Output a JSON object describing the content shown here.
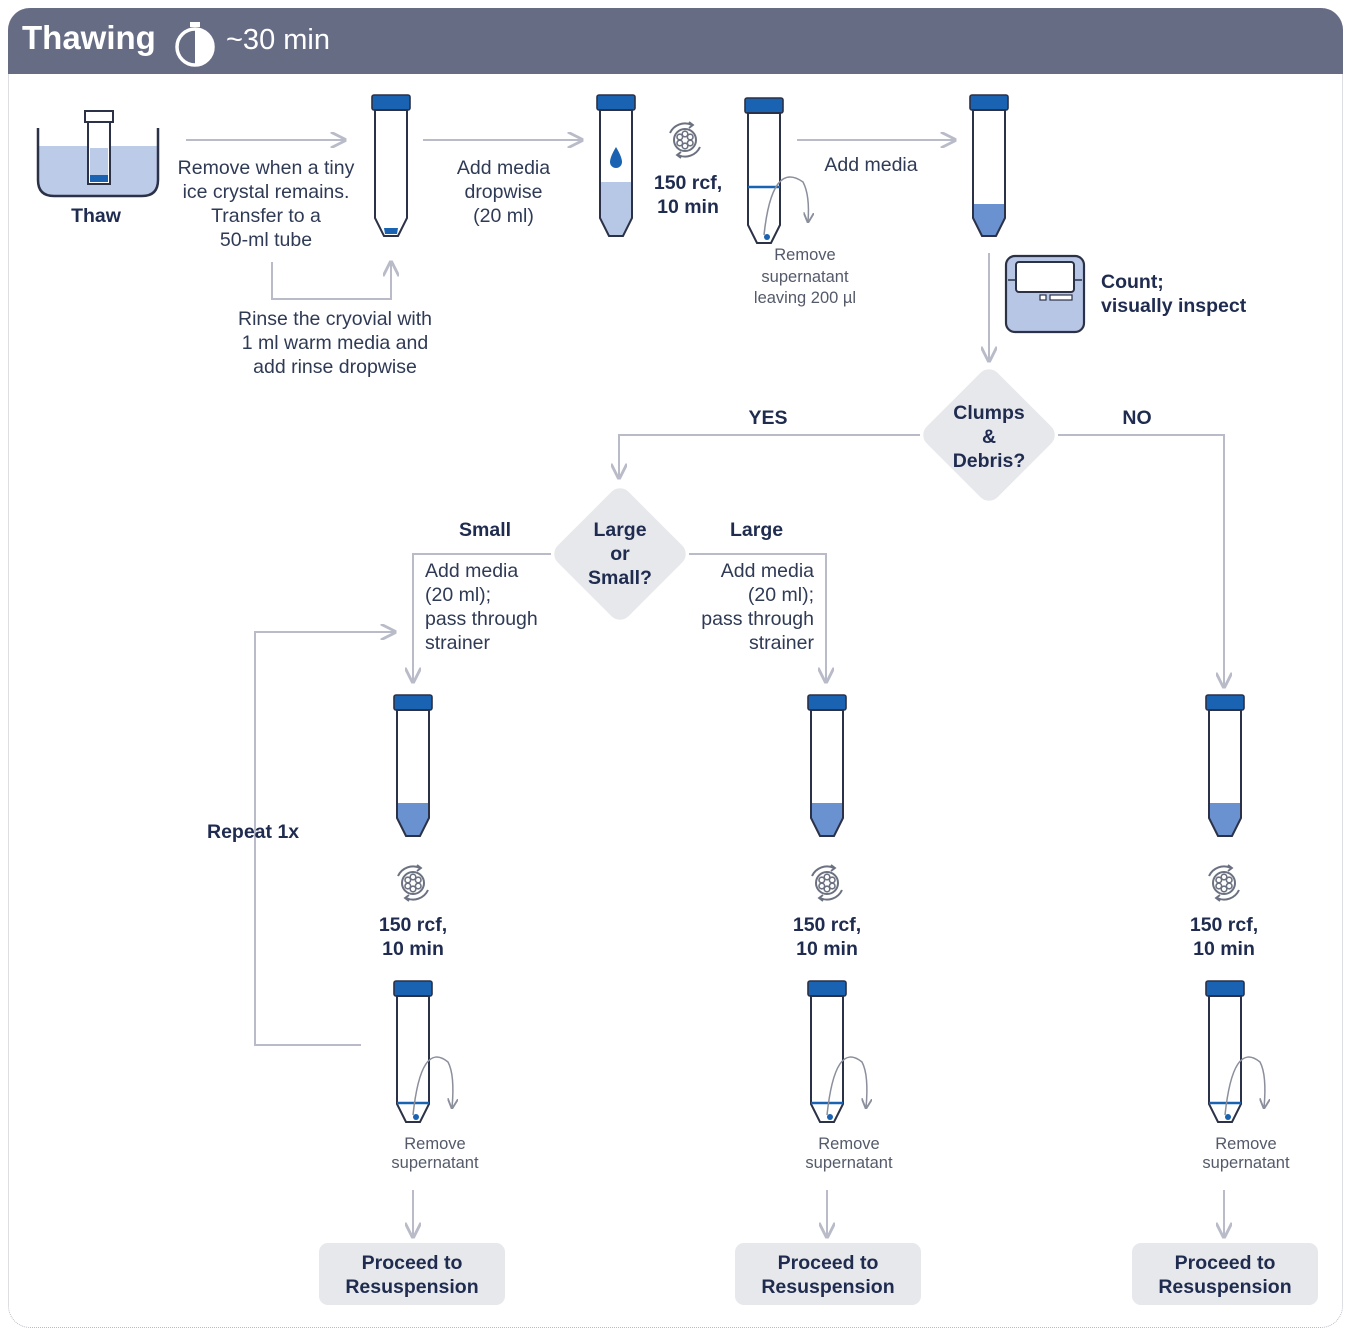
{
  "header": {
    "title": "Thawing",
    "duration": "~30 min"
  },
  "steps": {
    "thaw": "Thaw",
    "remove": [
      "Remove when a tiny",
      "ice crystal remains.",
      "Transfer to a",
      "50-ml tube"
    ],
    "rinse": [
      "Rinse the cryovial with",
      "1 ml warm media and",
      "add rinse dropwise"
    ],
    "add_media_dropwise": [
      "Add media",
      "dropwise",
      "(20 ml)"
    ],
    "spin_top": [
      "150 rcf,",
      "10 min"
    ],
    "remove_leaving": [
      "Remove",
      "supernatant",
      "leaving 200 µl"
    ],
    "add_media": "Add media",
    "count": [
      "Count;",
      "visually inspect"
    ]
  },
  "decision1": {
    "label": [
      "Clumps",
      "&",
      "Debris?"
    ],
    "yes": "YES",
    "no": "NO"
  },
  "decision2": {
    "label": [
      "Large",
      "or",
      "Small?"
    ],
    "small": "Small",
    "large": "Large"
  },
  "strainer_left": [
    "Add media",
    "(20 ml);",
    "pass through",
    "strainer"
  ],
  "strainer_right": [
    "Add media",
    "(20 ml);",
    "pass through",
    "strainer"
  ],
  "repeat": "Repeat 1x",
  "columns": [
    {
      "spin": [
        "150 rcf,",
        "10 min"
      ],
      "remove": [
        "Remove",
        "supernatant"
      ],
      "button": [
        "Proceed to",
        "Resuspension"
      ]
    },
    {
      "spin": [
        "150 rcf,",
        "10 min"
      ],
      "remove": [
        "Remove",
        "supernatant"
      ],
      "button": [
        "Proceed to",
        "Resuspension"
      ]
    },
    {
      "spin": [
        "150 rcf,",
        "10 min"
      ],
      "remove": [
        "Remove",
        "supernatant"
      ],
      "button": [
        "Proceed to",
        "Resuspension"
      ]
    }
  ],
  "colors": {
    "header": "#676c85",
    "cap": "#1a63b2",
    "liquid": "#6a91d0",
    "liquid_light": "#b7c8e6",
    "arrow": "#b9bcc8",
    "outline": "#2b3146"
  }
}
